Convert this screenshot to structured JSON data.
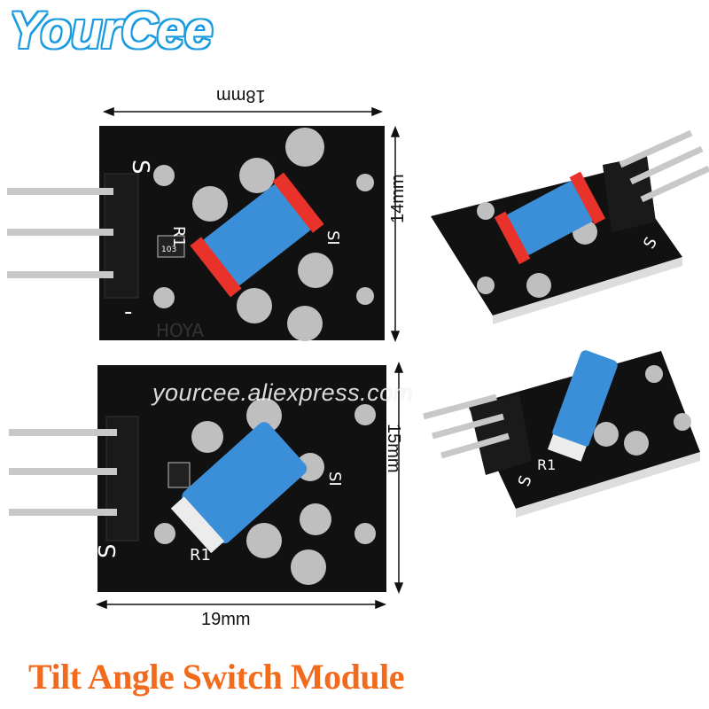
{
  "brand": {
    "logo_text": "YourCee",
    "color": "#1a9be0"
  },
  "dimensions": {
    "top_width": "18mm",
    "top_height": "14mm",
    "bottom_width": "19mm",
    "bottom_height": "15mm"
  },
  "watermark": "yourcee.aliexpress.com",
  "title": {
    "text": "Tilt Angle Switch Module",
    "color": "#f26a1b"
  },
  "pcb_labels": {
    "signal": "S",
    "minus": "-",
    "resistor": "R1",
    "resistor_code": "103",
    "maker": "HOYA",
    "sensor": "SI"
  },
  "colors": {
    "pcb": "#111111",
    "sensor_blue": "#3a8fd8",
    "sensor_red": "#e8322a"
  }
}
